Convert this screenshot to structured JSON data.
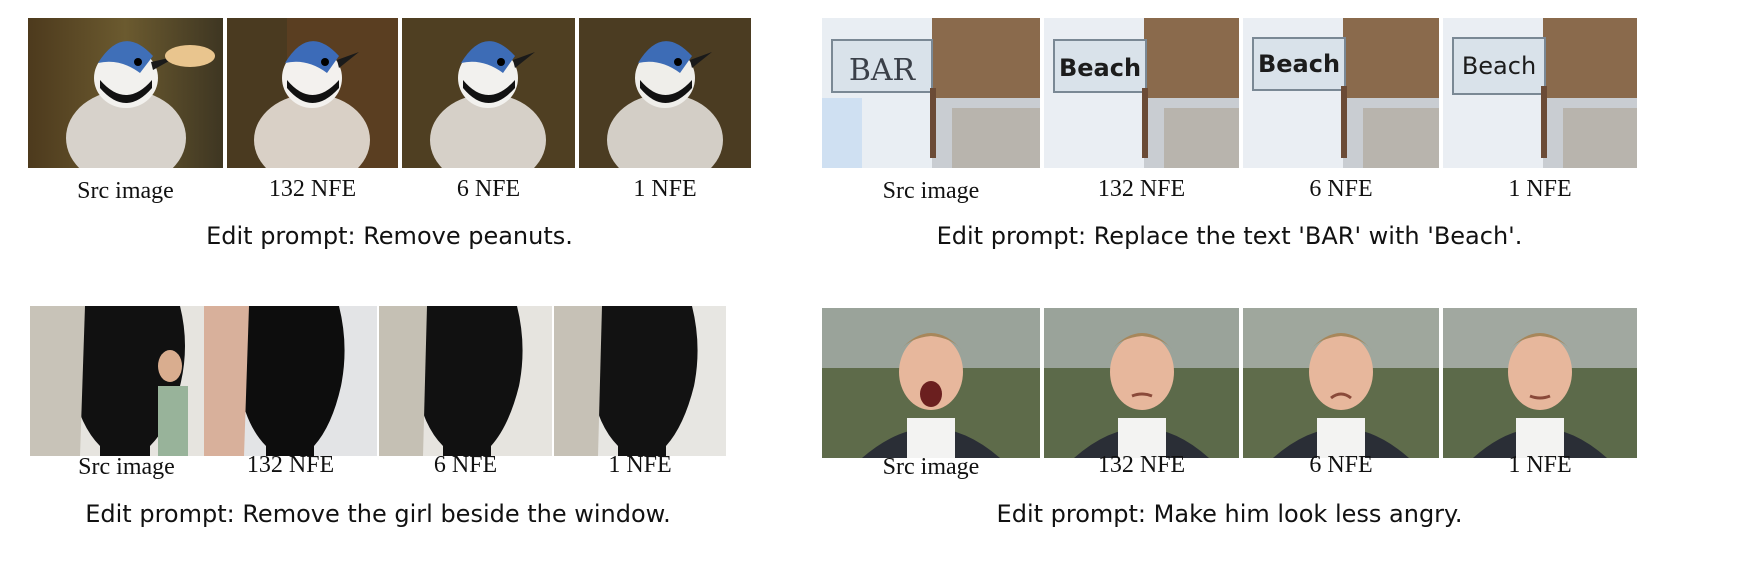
{
  "panels": [
    {
      "id": "bluejay",
      "captions": [
        "Src image",
        "132 NFE",
        "6 NFE",
        "1 NFE"
      ],
      "prompt": "Edit prompt: Remove peanuts."
    },
    {
      "id": "beach-sign",
      "captions": [
        "Src image",
        "132 NFE",
        "6 NFE",
        "1 NFE"
      ],
      "prompt": "Edit prompt: Replace the text 'BAR' with 'Beach'.",
      "sign_text": [
        "BAR",
        "Beach",
        "Beach",
        "Beach"
      ]
    },
    {
      "id": "window",
      "captions": [
        "Src image",
        "132 NFE",
        "6 NFE",
        "1 NFE"
      ],
      "prompt": "Edit prompt: Remove the girl beside the window."
    },
    {
      "id": "boy",
      "captions": [
        "Src image",
        "132 NFE",
        "6 NFE",
        "1 NFE"
      ],
      "prompt": "Edit prompt: Make him look less angry."
    }
  ]
}
